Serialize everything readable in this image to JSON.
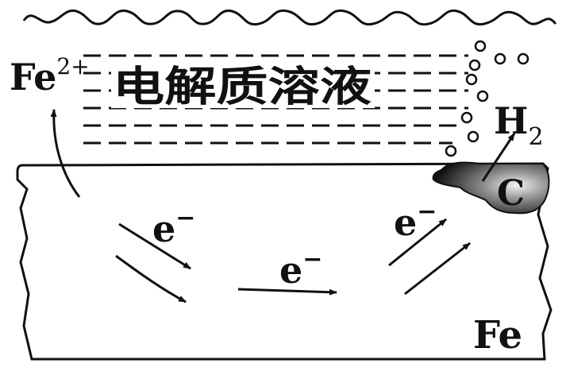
{
  "solution_label": "电解质溶液",
  "ion_label": {
    "base": "Fe",
    "charge": "2+"
  },
  "gas_label": {
    "base": "H",
    "subscript": "2"
  },
  "carbon_label": "C",
  "metal_label": "Fe",
  "electron_labels": [
    {
      "base": "e",
      "charge": "−"
    },
    {
      "base": "e",
      "charge": "−"
    },
    {
      "base": "e",
      "charge": "−"
    }
  ]
}
